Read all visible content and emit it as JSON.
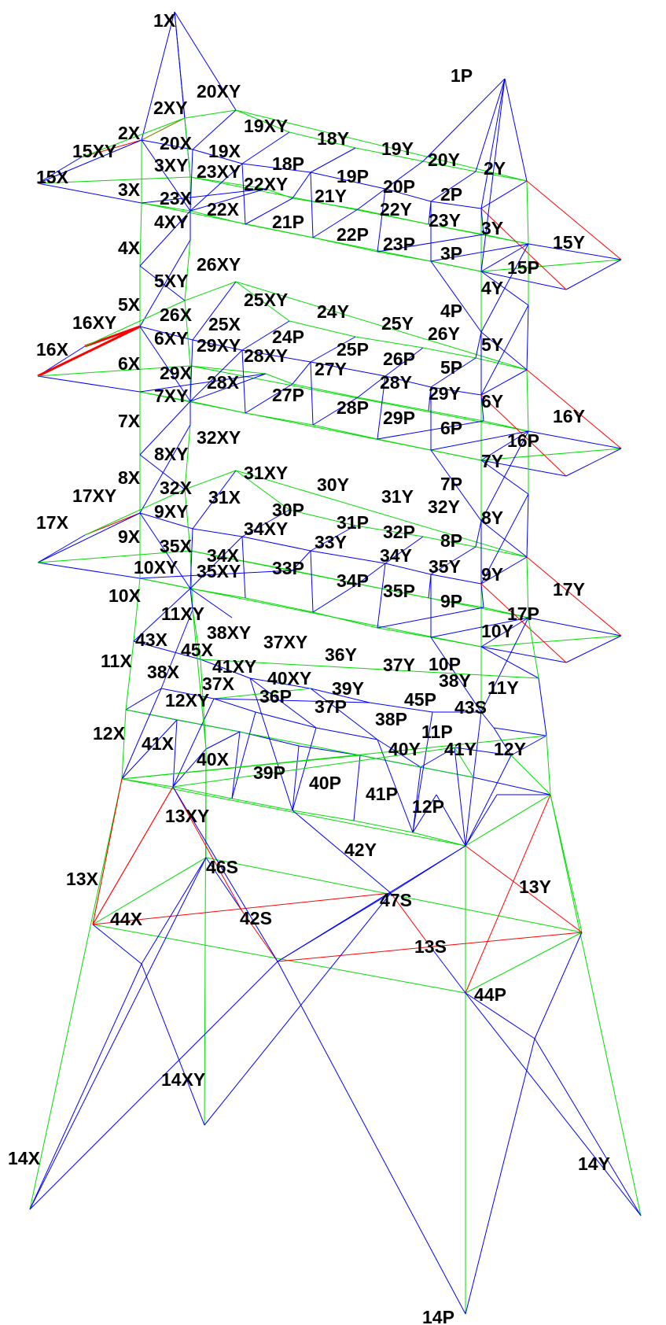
{
  "colors": {
    "background": "#ffffff",
    "label": "#000000",
    "blue": "#0000ff",
    "green": "#00dd00",
    "red": "#ff0000",
    "olive": "#808000"
  },
  "labels": {
    "n1X": "1X",
    "n2XY": "2XY",
    "n20XY": "20XY",
    "n2X": "2X",
    "n20X": "20X",
    "n15XY": "15XY",
    "n15X": "15X",
    "n19XY": "19XY",
    "n19X": "19X",
    "n18Y": "18Y",
    "n18P": "18P",
    "n3XY": "3XY",
    "n3X": "3X",
    "n23XY": "23XY",
    "n22XY": "22XY",
    "n23X": "23X",
    "n22X": "22X",
    "n21P": "21P",
    "n4XY": "4XY",
    "n4X": "4X",
    "n1P": "1P",
    "n19Y": "19Y",
    "n20Y": "20Y",
    "n2Y": "2Y",
    "n19P": "19P",
    "n20P": "20P",
    "n2P": "2P",
    "n21Y": "21Y",
    "n22Y": "22Y",
    "n23Y": "23Y",
    "n3Y": "3Y",
    "n22P": "22P",
    "n23P": "23P",
    "n3P": "3P",
    "n15Y": "15Y",
    "n15P": "15P",
    "n26XY": "26XY",
    "n5XY": "5XY",
    "n5X": "5X",
    "n16XY": "16XY",
    "n16X": "16X",
    "n26X": "26X",
    "n25XY": "25XY",
    "n25X": "25X",
    "n6XY": "6XY",
    "n29XY": "29XY",
    "n24Y": "24Y",
    "n24P": "24P",
    "n28XY": "28XY",
    "n6X": "6X",
    "n29X": "29X",
    "n28X": "28X",
    "n27P": "27P",
    "n7XY": "7XY",
    "n7X": "7X",
    "n4Y": "4Y",
    "n4P": "4P",
    "n25Y": "25Y",
    "n26Y": "26Y",
    "n5Y": "5Y",
    "n25P": "25P",
    "n26P": "26P",
    "n5P": "5P",
    "n27Y": "27Y",
    "n28Y": "28Y",
    "n29Y": "29Y",
    "n6Y": "6Y",
    "n16Y": "16Y",
    "n28P": "28P",
    "n29P": "29P",
    "n6P": "6P",
    "n16P": "16P",
    "n32XY": "32XY",
    "n8XY": "8XY",
    "n8X": "8X",
    "n17XY": "17XY",
    "n17X": "17X",
    "n32X": "32X",
    "n31XY": "31XY",
    "n31X": "31X",
    "n9XY": "9XY",
    "n30Y": "30Y",
    "n30P": "30P",
    "n9X": "9X",
    "n34XY": "34XY",
    "n35X": "35X",
    "n34X": "34X",
    "n33P": "33P",
    "n10XY": "10XY",
    "n35XY": "35XY",
    "n10X": "10X",
    "n7Y": "7Y",
    "n7P": "7P",
    "n31Y": "31Y",
    "n32Y": "32Y",
    "n8Y": "8Y",
    "n31P": "31P",
    "n32P": "32P",
    "n33Y": "33Y",
    "n8P": "8P",
    "n34Y": "34Y",
    "n35Y": "35Y",
    "n9Y": "9Y",
    "n17Y": "17Y",
    "n34P": "34P",
    "n35P": "35P",
    "n9P": "9P",
    "n17P": "17P",
    "n11XY": "11XY",
    "n38XY": "38XY",
    "n43X": "43X",
    "n37XY": "37XY",
    "n45X": "45X",
    "n11X": "11X",
    "n36Y": "36Y",
    "n41XY": "41XY",
    "n38X": "38X",
    "n37Y": "37Y",
    "n10Y": "10Y",
    "n10P": "10P",
    "n40XY": "40XY",
    "n37X": "37X",
    "n38Y": "38Y",
    "n11Y": "11Y",
    "n39Y": "39Y",
    "n36P": "36P",
    "n12XY": "12XY",
    "n45P": "45P",
    "n43S": "43S",
    "n37P": "37P",
    "n38P": "38P",
    "n11P": "11P",
    "n12X": "12X",
    "n41X": "41X",
    "n40Y": "40Y",
    "n41Y": "41Y",
    "n12Y": "12Y",
    "n40X": "40X",
    "n39P": "39P",
    "n40P": "40P",
    "n41P": "41P",
    "n12P": "12P",
    "n13XY": "13XY",
    "n42Y": "42Y",
    "n46S": "46S",
    "n13X": "13X",
    "n13Y": "13Y",
    "n47S": "47S",
    "n44X": "44X",
    "n42S": "42S",
    "n13S": "13S",
    "n44P": "44P",
    "n14XY": "14XY",
    "n14X": "14X",
    "n14Y": "14Y",
    "n14P": "14P"
  }
}
